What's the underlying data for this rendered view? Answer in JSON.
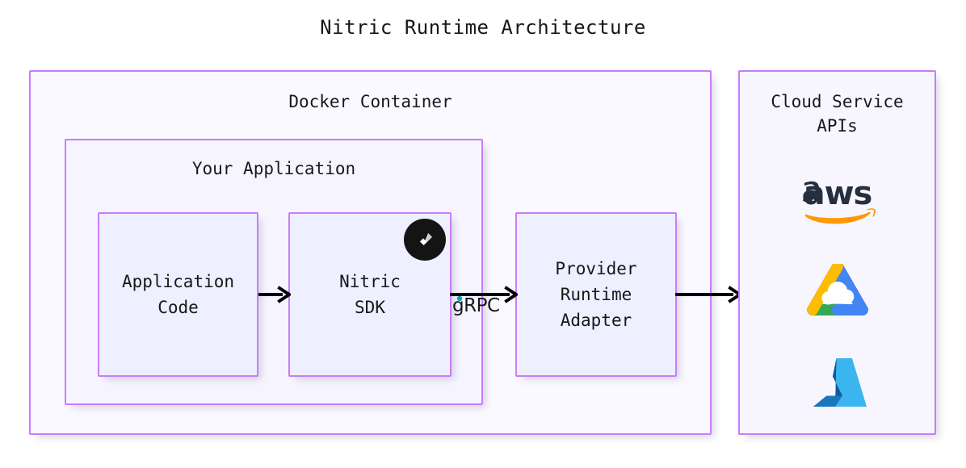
{
  "diagram": {
    "title": "Nitric Runtime Architecture",
    "type": "architecture-diagram",
    "accent_border_color": "#c77dfa",
    "canvas_background": "#ffffff"
  },
  "containers": {
    "docker": {
      "label": "Docker Container",
      "fill": "#faf9ff"
    },
    "your_application": {
      "label": "Your Application",
      "fill": "#f6f5ff"
    },
    "cloud_services": {
      "label": "Cloud Service\nAPIs",
      "fill": "#f7f6ff"
    }
  },
  "nodes": [
    {
      "id": "application-code",
      "label": "Application\nCode",
      "fill": "#eeefff"
    },
    {
      "id": "nitric-sdk",
      "label": "Nitric\nSDK",
      "fill": "#eeefff",
      "badge": "nitric-logo"
    },
    {
      "id": "provider-runtime-adapter",
      "label": "Provider\nRuntime\nAdapter",
      "fill": "#eeefff"
    }
  ],
  "edges": [
    {
      "id": "code-to-sdk",
      "from": "application-code",
      "to": "nitric-sdk",
      "label": "",
      "color": "#000000"
    },
    {
      "id": "sdk-to-adapter",
      "from": "nitric-sdk",
      "to": "provider-runtime-adapter",
      "label": "gRPC",
      "color": "#000000",
      "label_accent": "#0aa5ad"
    },
    {
      "id": "adapter-to-cloud",
      "from": "provider-runtime-adapter",
      "to": "cloud-services",
      "label": "",
      "color": "#000000"
    }
  ],
  "cloud_providers": [
    {
      "id": "aws",
      "name": "aws",
      "text_color": "#252f3e",
      "accent_color": "#ff9900"
    },
    {
      "id": "google-cloud",
      "name": "Google Cloud",
      "colors": [
        "#ea4335",
        "#4285f4",
        "#34a853",
        "#fbbc04"
      ]
    },
    {
      "id": "azure",
      "name": "Azure",
      "colors": [
        "#0e5a9c",
        "#3ab5ef"
      ]
    }
  ],
  "badges": {
    "nitric": {
      "background": "#141414",
      "glyph_color": "#ffffff"
    }
  }
}
